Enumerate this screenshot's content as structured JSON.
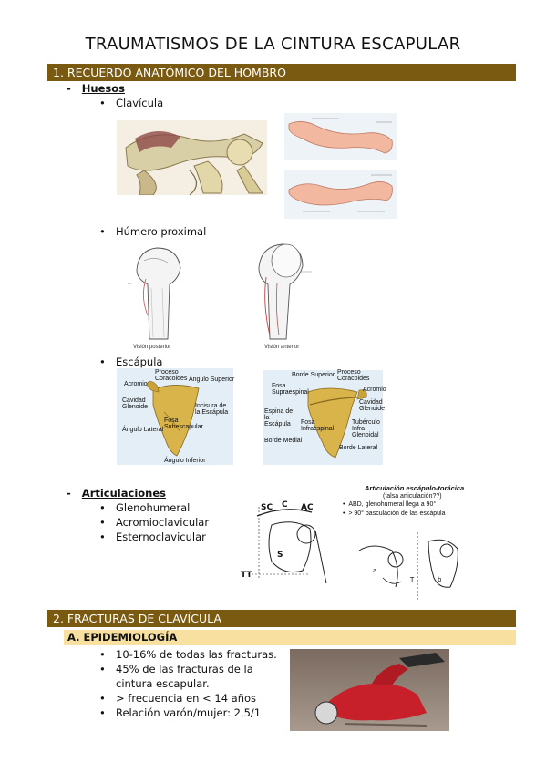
{
  "title": "TRAUMATISMOS DE LA CINTURA ESCAPULAR",
  "section1": {
    "label": "1.  RECUERDO ANATÓMICO DEL HOMBRO",
    "huesos": {
      "label": "Huesos",
      "items": [
        "Clavícula",
        "Húmero proximal",
        "Escápula"
      ]
    },
    "humero_captions": [
      "Visión posterior",
      "Visión anterior"
    ],
    "escapula_labels_left": [
      "Proceso Coracoides",
      "Ángulo Superior",
      "Acromio",
      "Cavidad Glenoide",
      "Incisura de la Escápula",
      "Fosa Subescapular",
      "Ángulo Lateral",
      "Ángulo Inferior"
    ],
    "escapula_labels_right": [
      "Borde Superior",
      "Proceso Coracoides",
      "Fosa Supraespinal",
      "Acromio",
      "Cavidad Glenoide",
      "Espina de la Escápula",
      "Tubérculo Infra-Glenoidal",
      "Fosa Infraespinal",
      "Borde Medial",
      "Borde Lateral"
    ],
    "articulaciones": {
      "label": "Articulaciones",
      "items": [
        "Glenohumeral",
        "Acromioclavicular",
        "Esternoclavicular"
      ]
    },
    "joint_labels": [
      "SC",
      "C",
      "AC",
      "S",
      "TT"
    ],
    "escapulo_toracica": {
      "title": "Articulación escápulo-torácica",
      "subtitle": "(falsa articulación??)",
      "points": [
        "ABD, glenohumeral llega a 90°",
        "> 90° basculación de las escápula"
      ],
      "labels": [
        "a",
        "b",
        "T"
      ]
    }
  },
  "section2": {
    "label": "2.  FRACTURAS DE CLAVÍCULA",
    "sub_a": {
      "label": "A.  EPIDEMIOLOGÍA",
      "items": [
        "10-16% de todas las fracturas.",
        "45% de las fracturas de la cintura escapular.",
        "> frecuencia en < 14 años",
        "Relación varón/mujer: 2,5/1"
      ]
    }
  },
  "colors": {
    "section_bar": "#7a5a10",
    "sub_bar": "#f7e0a0",
    "bone": "#d9b44a",
    "clavicle_pink": "#f2b8a0"
  }
}
